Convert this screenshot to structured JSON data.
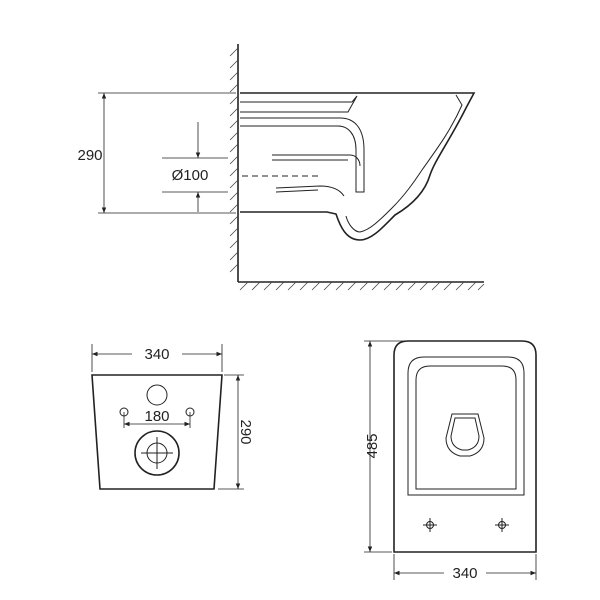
{
  "side_view": {
    "height_dim": "290",
    "pipe_dim": "Ø100"
  },
  "rear_view": {
    "width_dim": "340",
    "bolt_spacing_dim": "180",
    "height_dim": "290"
  },
  "top_view": {
    "length_dim": "485",
    "width_dim": "340"
  }
}
